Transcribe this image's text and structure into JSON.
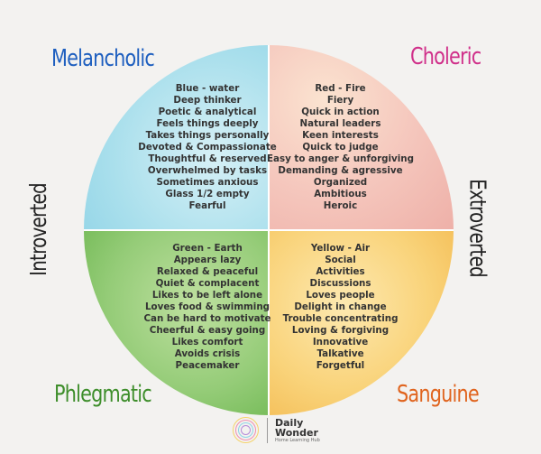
{
  "quadrants": {
    "melancholic": {
      "title": "Melancholic",
      "color": "#1e5fbf",
      "traits": [
        "Blue - water",
        "Deep thinker",
        "Poetic & analytical",
        "Feels things deeply",
        "Takes things personally",
        "Devoted & Compassionate",
        "Thoughtful & reserved",
        "Overwhelmed by tasks",
        "Sometimes anxious",
        "Glass 1/2 empty",
        "Fearful"
      ]
    },
    "choleric": {
      "title": "Choleric",
      "color": "#d0308a",
      "traits": [
        "Red - Fire",
        "Fiery",
        "Quick in action",
        "Natural leaders",
        "Keen interests",
        "Quick to judge",
        "Easy to anger & unforgiving",
        "Demanding & agressive",
        "Organized",
        "Ambitious",
        "Heroic"
      ]
    },
    "phlegmatic": {
      "title": "Phlegmatic",
      "color": "#3e8e2b",
      "traits": [
        "Green - Earth",
        "Appears lazy",
        "Relaxed & peaceful",
        "Quiet & complacent",
        "Likes to be left alone",
        "Loves food & swimming",
        "Can be hard to motivate",
        "Cheerful & easy going",
        "Likes comfort",
        "Avoids crisis",
        "Peacemaker"
      ]
    },
    "sanguine": {
      "title": "Sanguine",
      "color": "#e0641e",
      "traits": [
        "Yellow - Air",
        "Social",
        "Activities",
        "Discussions",
        "Loves people",
        "Delight in change",
        "Trouble concentrating",
        "Loving & forgiving",
        "Innovative",
        "Talkative",
        "Forgetful"
      ]
    }
  },
  "axes": {
    "left": "Introverted",
    "right": "Extroverted"
  },
  "logo": {
    "name_line1": "Daily",
    "name_line2": "Wonder",
    "tagline": "Home Learning Hub"
  }
}
